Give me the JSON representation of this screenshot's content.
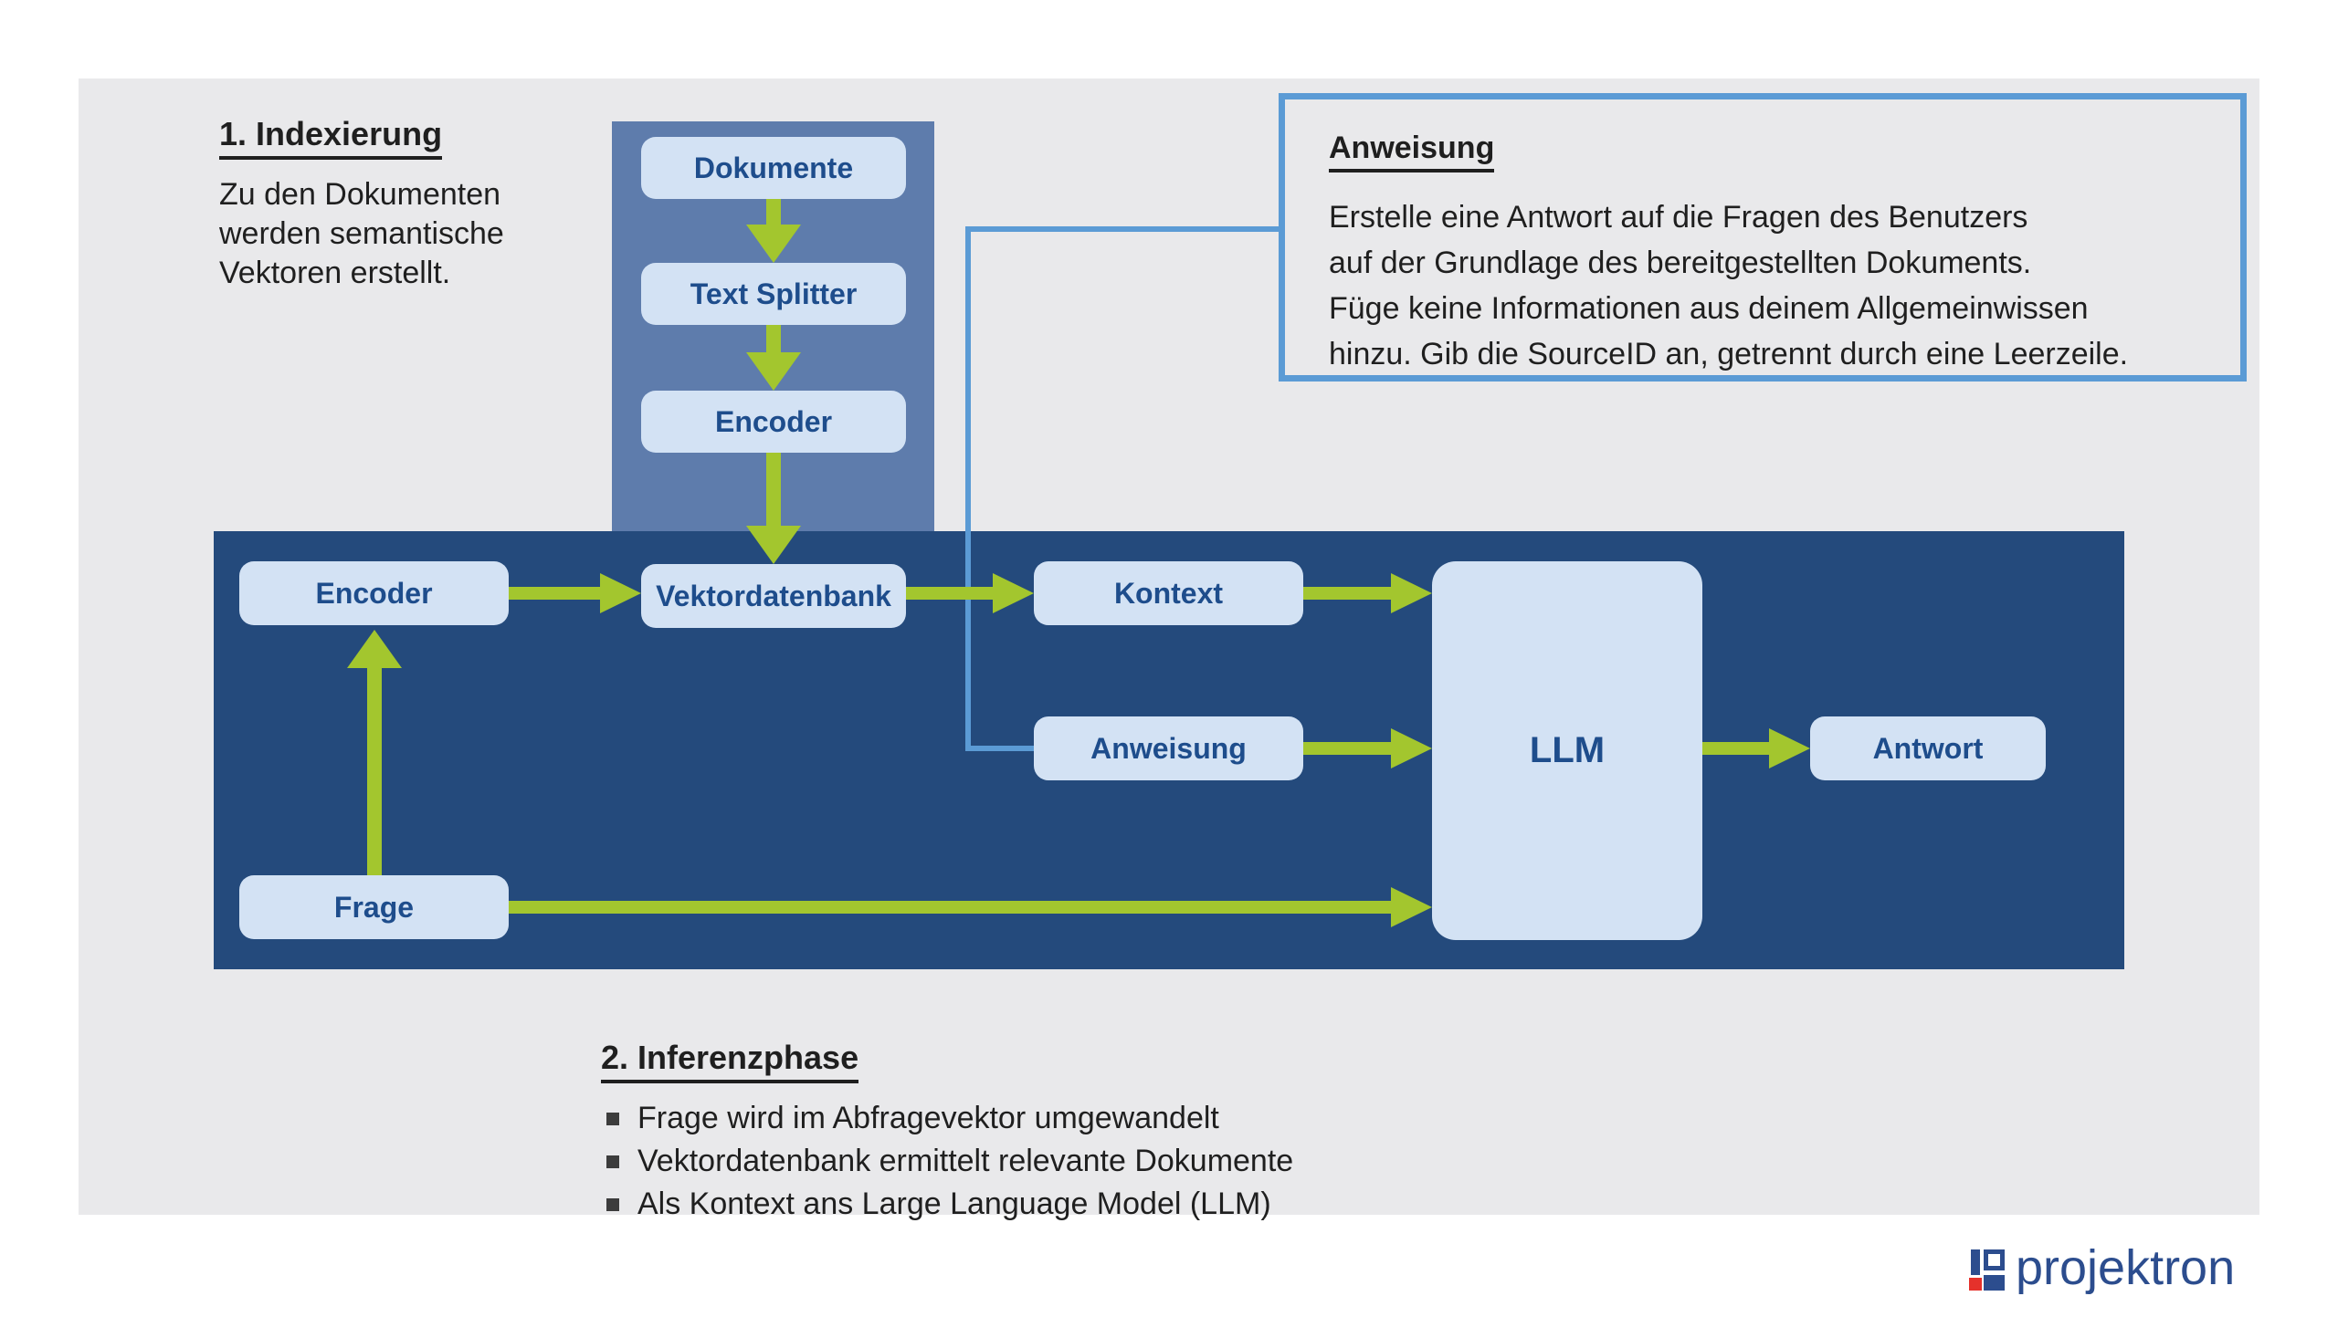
{
  "indexing": {
    "title": "1. Indexierung",
    "text": "Zu den Dokumenten\nwerden semantische\nVektoren erstellt."
  },
  "callout": {
    "title": "Anweisung",
    "body": "Erstelle eine Antwort auf die Fragen des Benutzers\nauf der Grundlage des bereitgestellten Dokuments.\nFüge keine Informationen aus deinem Allgemeinwissen\nhinzu. Gib die SourceID an, getrennt durch eine Leerzeile."
  },
  "nodes": {
    "dokumente": "Dokumente",
    "text_splitter": "Text Splitter",
    "encoder_top": "Encoder",
    "vektordatenbank": "Vektordatenbank",
    "encoder_left": "Encoder",
    "kontext": "Kontext",
    "anweisung": "Anweisung",
    "llm": "LLM",
    "antwort": "Antwort",
    "frage": "Frage"
  },
  "inference": {
    "title": "2. Inferenzphase",
    "bullets": [
      "Frage wird im Abfragevektor umgewandelt",
      "Vektordatenbank ermittelt relevante Dokumente",
      "Als Kontext ans Large Language Model (LLM)"
    ]
  },
  "logo": {
    "text": "projektron"
  },
  "colors": {
    "navy_band": "#244a7c",
    "arrow_green": "#a3c62e",
    "node_fill": "#d3e2f4",
    "node_label": "#1e4d8c",
    "connector_blue": "#5b9bd5",
    "panel_gray": "#e9e9eb",
    "logo_blue": "#2c4d8e",
    "logo_red": "#e5312b"
  }
}
